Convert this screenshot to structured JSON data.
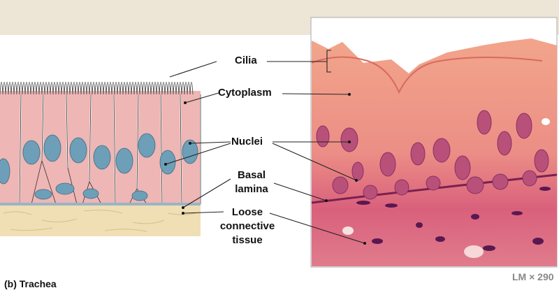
{
  "labels": {
    "cilia": "Cilia",
    "cytoplasm": "Cytoplasm",
    "nuclei": "Nuclei",
    "basal_lamina": [
      "Basal",
      "lamina"
    ],
    "loose_connective_tissue": [
      "Loose",
      "connective",
      "tissue"
    ]
  },
  "caption": {
    "letter": "(b)",
    "title": "Trachea"
  },
  "magnification": "LM × 290",
  "colors": {
    "cytoplasm": "#eeb6b4",
    "nucleus": "#6e9fb8",
    "connective": "#f0dfb4",
    "stain": "#e0707a",
    "band": "#ede5d5"
  }
}
